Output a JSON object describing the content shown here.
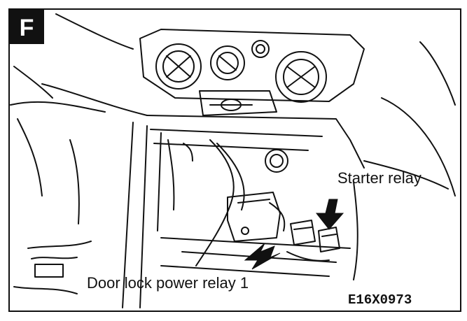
{
  "panel": {
    "letter": "F",
    "code": "E16X0973"
  },
  "callouts": {
    "starter_relay": "Starter relay",
    "door_lock_relay": "Door lock power relay 1"
  },
  "colors": {
    "ink": "#111111",
    "paper": "#ffffff"
  }
}
